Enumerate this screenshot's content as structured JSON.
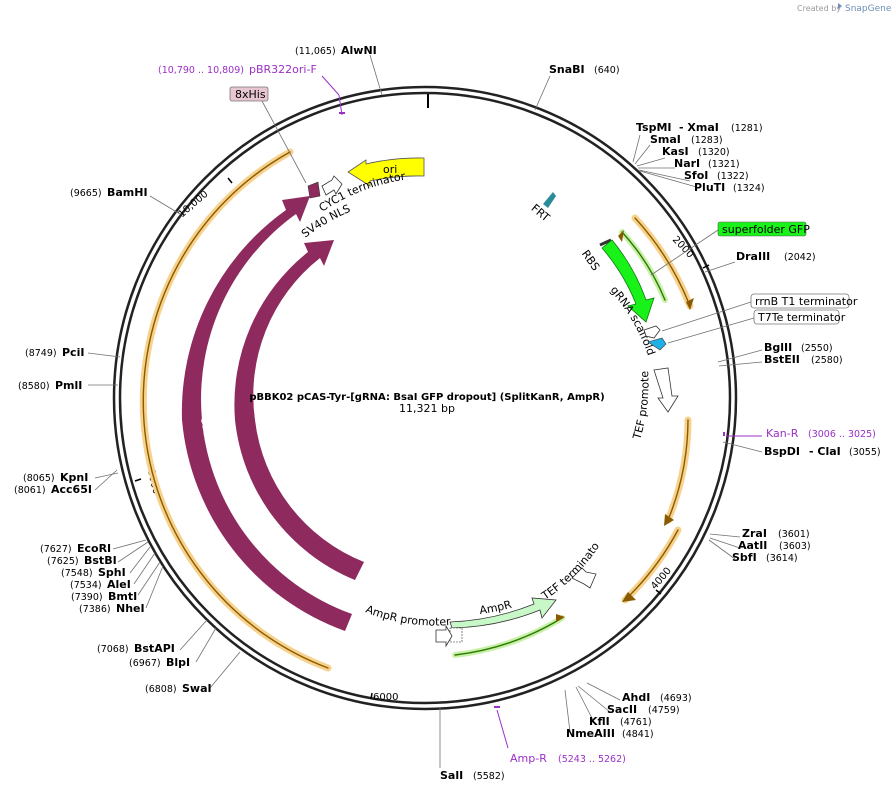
{
  "credit": {
    "prefix": "Created by",
    "brand": "SnapGene"
  },
  "plasmid": {
    "name": "pBBK02 pCAS-Tyr-[gRNA: BsaI GFP dropout] (SplitKanR, AmpR)",
    "size": "11,321 bp"
  },
  "ticks": {
    "t2000": "2000",
    "t4000": "4000",
    "t6000": "6000",
    "t8000": "8000",
    "t10000": "10,000"
  },
  "sites": {
    "alwni": {
      "name": "AlwNI",
      "pos": "(11,065)"
    },
    "snabi": {
      "name": "SnaBI",
      "pos": "(640)"
    },
    "tspmi": {
      "name": "TspMI",
      "pos": "(1281)"
    },
    "xmai": {
      "name": "- XmaI",
      "pos": ""
    },
    "smai": {
      "name": "SmaI",
      "pos": "(1283)"
    },
    "kasi": {
      "name": "KasI",
      "pos": "(1320)"
    },
    "nari": {
      "name": "NarI",
      "pos": "(1321)"
    },
    "sfoi": {
      "name": "SfoI",
      "pos": "(1322)"
    },
    "pluti": {
      "name": "PluTI",
      "pos": "(1324)"
    },
    "draiii": {
      "name": "DraIII",
      "pos": "(2042)"
    },
    "bglii": {
      "name": "BglII",
      "pos": "(2550)"
    },
    "bsteii": {
      "name": "BstEII",
      "pos": "(2580)"
    },
    "bspdi": {
      "name": "BspDI",
      "pos": ""
    },
    "clai": {
      "name": "- ClaI",
      "pos": "(3055)"
    },
    "zrai": {
      "name": "ZraI",
      "pos": "(3601)"
    },
    "aatii": {
      "name": "AatII",
      "pos": "(3603)"
    },
    "sbfi": {
      "name": "SbfI",
      "pos": "(3614)"
    },
    "ahdi": {
      "name": "AhdI",
      "pos": "(4693)"
    },
    "sacii": {
      "name": "SacII",
      "pos": "(4759)"
    },
    "kfli": {
      "name": "KflI",
      "pos": "(4761)"
    },
    "nmeaiii": {
      "name": "NmeAIII",
      "pos": "(4841)"
    },
    "sali": {
      "name": "SalI",
      "pos": "(5582)"
    },
    "swai": {
      "name": "SwaI",
      "pos": "(6808)"
    },
    "blpi": {
      "name": "BlpI",
      "pos": "(6967)"
    },
    "bstapi": {
      "name": "BstAPI",
      "pos": "(7068)"
    },
    "nhei": {
      "name": "NheI",
      "pos": "(7386)"
    },
    "bmti": {
      "name": "BmtI",
      "pos": "(7390)"
    },
    "alei": {
      "name": "AleI",
      "pos": "(7534)"
    },
    "sphi": {
      "name": "SphI",
      "pos": "(7548)"
    },
    "bstbi": {
      "name": "BstBI",
      "pos": "(7625)"
    },
    "ecori": {
      "name": "EcoRI",
      "pos": "(7627)"
    },
    "acc65i": {
      "name": "Acc65I",
      "pos": "(8061)"
    },
    "kpni": {
      "name": "KpnI",
      "pos": "(8065)"
    },
    "pmli": {
      "name": "PmlI",
      "pos": "(8580)"
    },
    "pcii": {
      "name": "PciI",
      "pos": "(8749)"
    },
    "bamhi": {
      "name": "BamHI",
      "pos": "(9665)"
    }
  },
  "primers": {
    "pbr322ori": {
      "name": "pBR322ori-F",
      "pos": "(10,790 .. 10,809)"
    },
    "kanr": {
      "name": "Kan-R",
      "pos": "(3006 .. 3025)"
    },
    "ampr": {
      "name": "Amp-R",
      "pos": "(5243 .. 5262)"
    }
  },
  "features": {
    "ori": "ori",
    "cyc1": "CYC1 terminator",
    "sv40": "SV40 NLS",
    "his": "8xHis",
    "frt": "FRT",
    "rbs": "RBS",
    "sfgfp": "superfolder GFP",
    "grna": "gRNA scaffold",
    "rrnb": "rrnB T1 terminator",
    "t7te": "T7Te terminator",
    "tef_promoter": "TEF promoter",
    "tef_terminator": "TEF terminator",
    "ampr": "AmpR",
    "ampr_promoter": "AmpR promoter",
    "cas9_outer": "Cas9",
    "cas9_inner": "Cas9"
  },
  "colors": {
    "cas9": "#8e2a5e",
    "ori": "#ffff00",
    "gfp": "#19f219",
    "ampr": "#c8f7c8",
    "orf_band": "#f7d28c",
    "primer": "#9b2fc7",
    "frt": "#2a8c99",
    "rrnb": "#1fb1e5",
    "his_box": "#e8c6d1"
  }
}
